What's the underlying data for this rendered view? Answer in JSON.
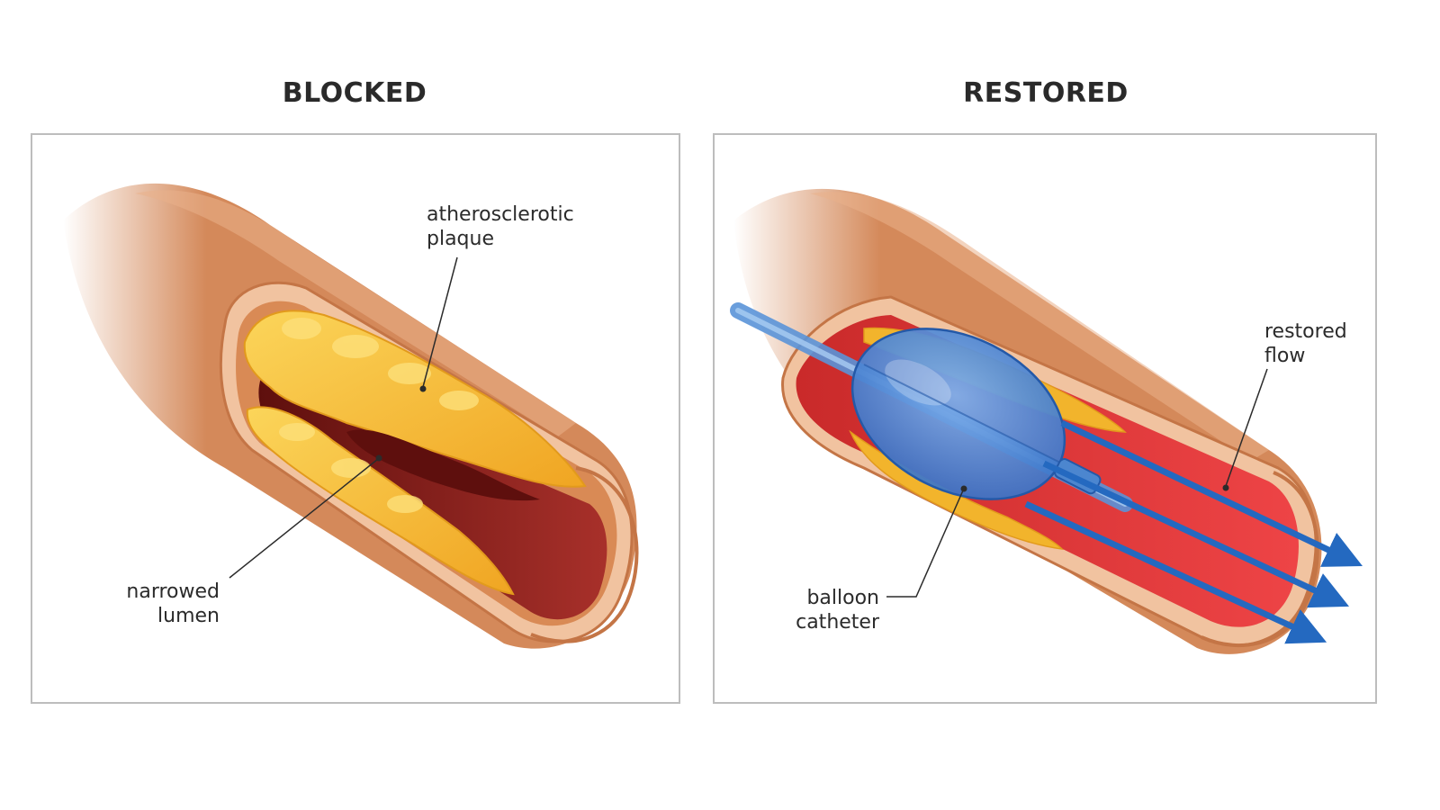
{
  "panels": {
    "blocked": {
      "title": "BLOCKED",
      "labels": {
        "plaque_line1": "atherosclerotic",
        "plaque_line2": "plaque",
        "lumen_line1": "narrowed",
        "lumen_line2": "lumen"
      }
    },
    "restored": {
      "title": "RESTORED",
      "labels": {
        "flow_line1": "restored",
        "flow_line2": "flow",
        "balloon_line1": "balloon",
        "balloon_line2": "catheter"
      }
    }
  },
  "colors": {
    "vessel_wall": "#d4895a",
    "vessel_wall_light": "#eab08a",
    "plaque": "#f2b42c",
    "plaque_light": "#fbd55a",
    "blood_dark": "#8e1f1a",
    "blood_red": "#e2383a",
    "balloon_blue": "#3f7fd0",
    "arrow_blue": "#2469c0"
  }
}
